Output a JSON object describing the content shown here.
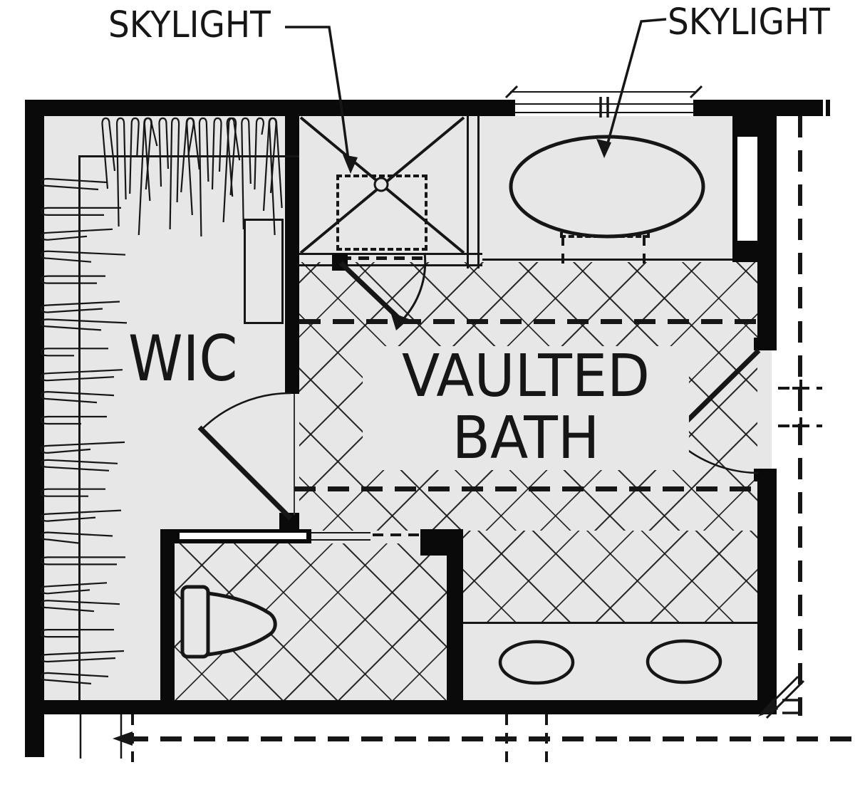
{
  "title": "Vaulted bath and walk-in closet floor plan",
  "labels": {
    "skylight_left": "SKYLIGHT",
    "skylight_right": "SKYLIGHT",
    "wic": "WIC",
    "bath_line1": "VAULTED",
    "bath_line2": "BATH"
  },
  "colors": {
    "background": "#ffffff",
    "floor": "#e7e7e7",
    "wall": "#0a0a0a",
    "line": "#161616"
  },
  "symbols": {
    "shower": "corner shower with X pan and center drain",
    "shower_skylight": "dashed skylight outline over shower",
    "tub": "oval drop-in tub on platform",
    "tub_skylight": "dashed skylight outline over tub",
    "toilet": "toilet in private water closet with pocket door",
    "vanity": "double-sink vanity counter",
    "closet_rods": "hanging clothes rods along top and left of WIC",
    "shelf": "linen shelf unit in WIC",
    "doors": "three hinged doors with swing arcs",
    "window": "window in top wall with center mullion",
    "ceiling_breaks": "dashed vault ceiling break lines"
  }
}
